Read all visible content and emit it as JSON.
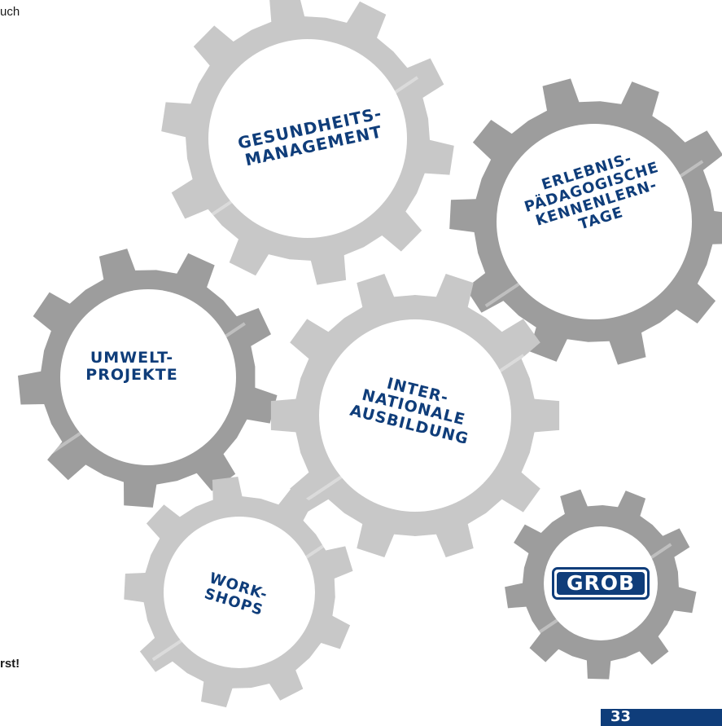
{
  "fragments": {
    "top_text": "uch",
    "bottom_text": "rst!"
  },
  "gears": {
    "gesundheit": "GESUNDHEITS-\nMANAGEMENT",
    "erlebnis": "ERLEBNIS-\nPÄDAGOGISCHE\nKENNENLERN-\nTAGE",
    "umwelt": "UMWELT-\nPROJEKTE",
    "international": "INTER-\nNATIONALE\nAUSBILDUNG",
    "workshops": "WORK-\nSHOPS"
  },
  "logo": {
    "text": "GROB"
  },
  "page_number": "33",
  "colors": {
    "gear_dark": "#9d9d9d",
    "gear_light": "#c8c8c8",
    "label_blue": "#0f3d7a"
  }
}
